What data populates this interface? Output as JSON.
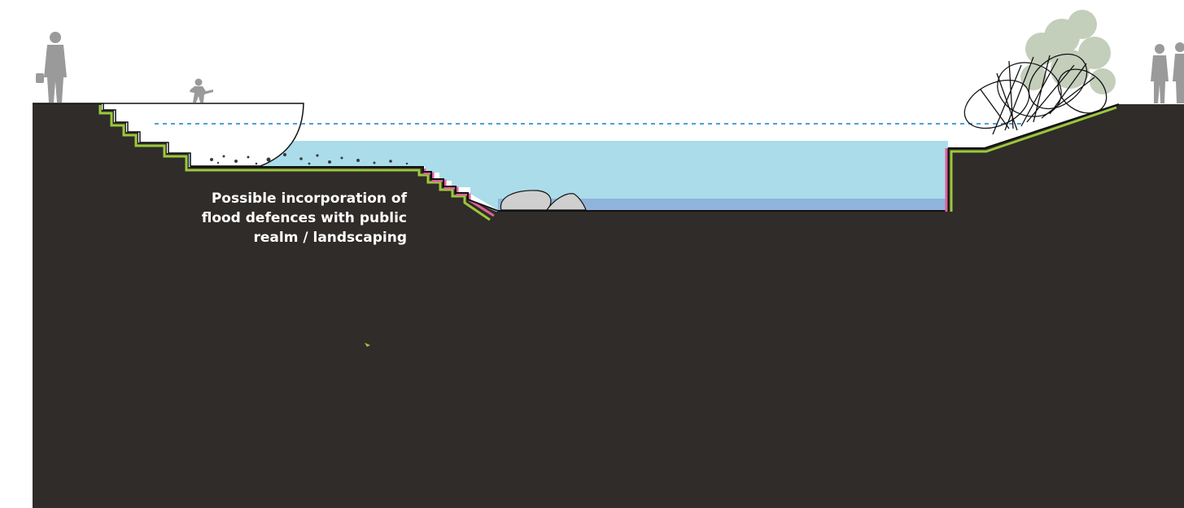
{
  "annotation": {
    "lines": [
      "Possible incorporation of",
      "flood defences with public",
      "realm / landscaping"
    ]
  },
  "colors": {
    "ground": "#2f2c2a",
    "water": "#abdcea",
    "water_deep": "#8fb4dc",
    "flood_line": "#4aa0d8",
    "green_line": "#9cc83a",
    "pink_line": "#e0609a",
    "figure_grey": "#9a9a9a",
    "rock_grey": "#cfcfcf",
    "tree_green": "#b9c6b0"
  },
  "icons": [
    "person-silhouette",
    "child-silhouette",
    "tree-silhouette",
    "shrub-scribble",
    "boulder"
  ]
}
